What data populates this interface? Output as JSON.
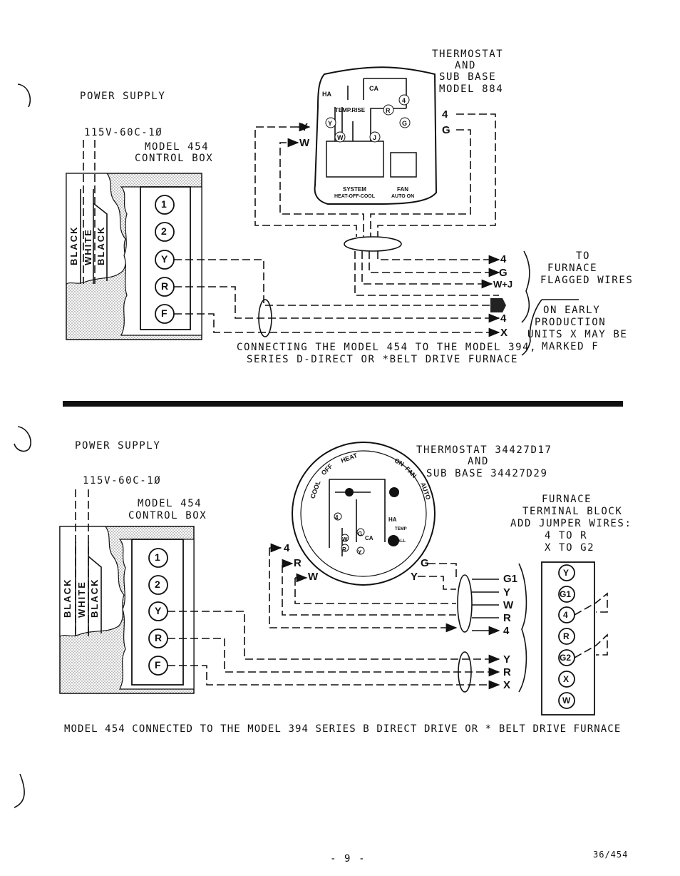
{
  "top": {
    "power_supply": "POWER SUPPLY",
    "voltage": "115V-60C-1Ø",
    "control_box": [
      "MODEL 454",
      "CONTROL BOX"
    ],
    "wire_labels": [
      "BLACK",
      "WHITE",
      "BLACK"
    ],
    "terminals": [
      "1",
      "2",
      "Y",
      "R",
      "F"
    ],
    "thermostat_title": [
      "THERMOSTAT",
      "AND",
      "SUB BASE",
      "MODEL 884"
    ],
    "thermostat_labels": {
      "ha": "HA",
      "ca": "CA",
      "temp_rise": "TEMP.RISE",
      "r": "R",
      "four": "4",
      "y": "Y",
      "g": "G",
      "w": "W",
      "j": "J",
      "system": "SYSTEM",
      "system_modes": "HEAT-OFF-COOL",
      "fan": "FAN",
      "fan_modes": "AUTO ON"
    },
    "wire_end_labels": {
      "y": "Y",
      "w": "W",
      "four": "4",
      "g": "G"
    },
    "furnace_arrows": [
      "4",
      "G",
      "W+J",
      "4",
      "X"
    ],
    "to_furnace": [
      "TO",
      "FURNACE",
      "FLAGGED WIRES"
    ],
    "early_note": [
      "ON EARLY",
      "PRODUCTION",
      "UNITS X MAY BE",
      "MARKED F"
    ],
    "caption": [
      "CONNECTING THE MODEL 454 TO THE MODEL 394,",
      "SERIES D-DIRECT OR *BELT DRIVE FURNACE"
    ]
  },
  "bottom": {
    "power_supply": "POWER SUPPLY",
    "voltage": "115V-60C-1Ø",
    "control_box": [
      "MODEL 454",
      "CONTROL BOX"
    ],
    "wire_labels": [
      "BLACK",
      "WHITE",
      "BLACK"
    ],
    "terminals": [
      "1",
      "2",
      "Y",
      "R",
      "F"
    ],
    "thermostat_title": [
      "THERMOSTAT 34427D17",
      "AND",
      "SUB BASE 34427D29"
    ],
    "dial_labels": {
      "cool": "COOL",
      "off": "OFF",
      "heat": "HEAT",
      "on": "ON",
      "fan": "FAN",
      "auto": "AUTO"
    },
    "thermostat_labels": {
      "ha": "HA",
      "ca": "CA",
      "temp_fall": "TEMP FALL",
      "four": "4",
      "g": "G",
      "r": "R",
      "y": "Y",
      "w": "W"
    },
    "wire_end_labels": {
      "four": "4",
      "r": "R",
      "w": "W",
      "g": "G",
      "y": "Y"
    },
    "furnace_arrows_1": [
      "G1",
      "Y",
      "W",
      "R",
      "4"
    ],
    "furnace_arrows_2": [
      "Y",
      "R",
      "X"
    ],
    "terminal_block_title": [
      "FURNACE",
      "TERMINAL BLOCK",
      "ADD JUMPER WIRES:",
      "4 TO R",
      "X TO G2"
    ],
    "terminal_block": [
      "Y",
      "G1",
      "4",
      "R",
      "G2",
      "X",
      "W"
    ],
    "caption": "MODEL 454 CONNECTED TO THE MODEL 394 SERIES B DIRECT DRIVE OR * BELT DRIVE FURNACE"
  },
  "footer": {
    "page": "- 9 -",
    "code": "36/454"
  }
}
